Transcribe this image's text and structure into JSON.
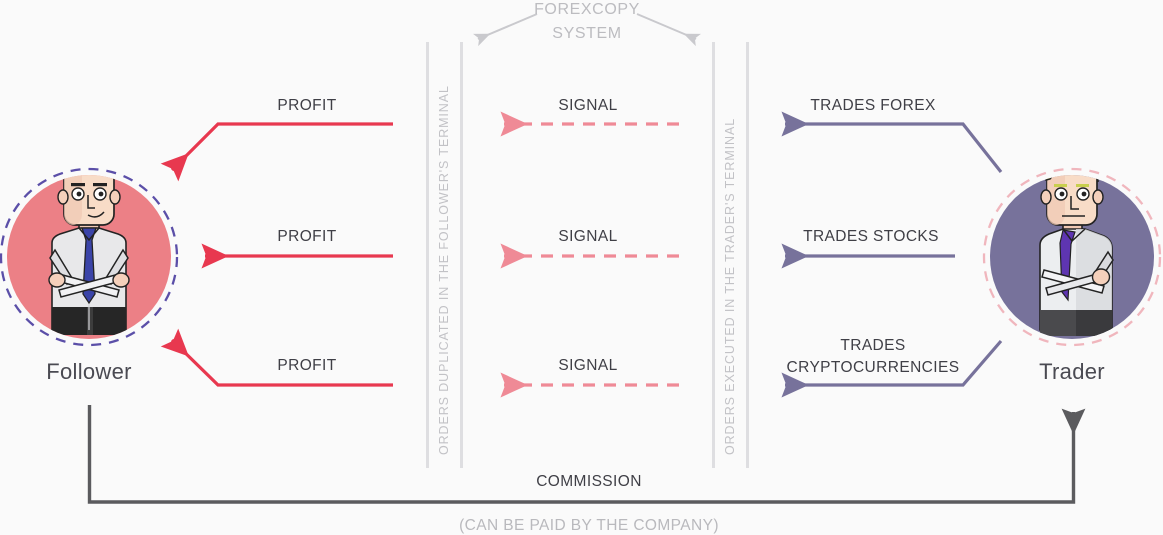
{
  "diagram": {
    "title": "FOREXCOPY SYSTEM",
    "title_line1": "FOREXCOPY",
    "title_line2": "SYSTEM",
    "background_color": "#fafafa",
    "colors": {
      "profit_red": "#e8384f",
      "signal_pink": "#ef8a96",
      "trade_purple": "#77729b",
      "commission_gray": "#5b5b5e",
      "muted_text": "#bcbcc0",
      "body_text": "#3f3f46",
      "follower_circle": "#ec8086",
      "follower_dash_border": "#5b4fa8",
      "trader_circle": "#77729b",
      "trader_dash_border": "#f0b6bd"
    }
  },
  "left_actor": {
    "name": "Follower",
    "circle_fill": "#ec8086",
    "dash_border_color": "#5b4fa8",
    "avatar_icon": "person-follower-avatar"
  },
  "right_actor": {
    "name": "Trader",
    "circle_fill": "#77729b",
    "dash_border_color": "#f0b6bd",
    "avatar_icon": "person-trader-avatar"
  },
  "columns": {
    "left_terminal_label": "ORDERS DUPLICATED IN THE FOLLOWER'S TERMINAL",
    "right_terminal_label": "ORDERS EXECUTED IN THE TRADER'S TERMINAL"
  },
  "flows": {
    "profit": [
      {
        "label": "PROFIT",
        "row": 1
      },
      {
        "label": "PROFIT",
        "row": 2
      },
      {
        "label": "PROFIT",
        "row": 3
      }
    ],
    "signal": [
      {
        "label": "SIGNAL",
        "row": 1
      },
      {
        "label": "SIGNAL",
        "row": 2
      },
      {
        "label": "SIGNAL",
        "row": 3
      }
    ],
    "trades": [
      {
        "label": "TRADES FOREX",
        "row": 1
      },
      {
        "label": "TRADES STOCKS",
        "row": 2
      },
      {
        "label_line1": "TRADES",
        "label_line2": "CRYPTOCURRENCIES",
        "row": 3
      }
    ]
  },
  "commission": {
    "label": "COMMISSION",
    "note": "(CAN BE PAID BY THE COMPANY)"
  }
}
